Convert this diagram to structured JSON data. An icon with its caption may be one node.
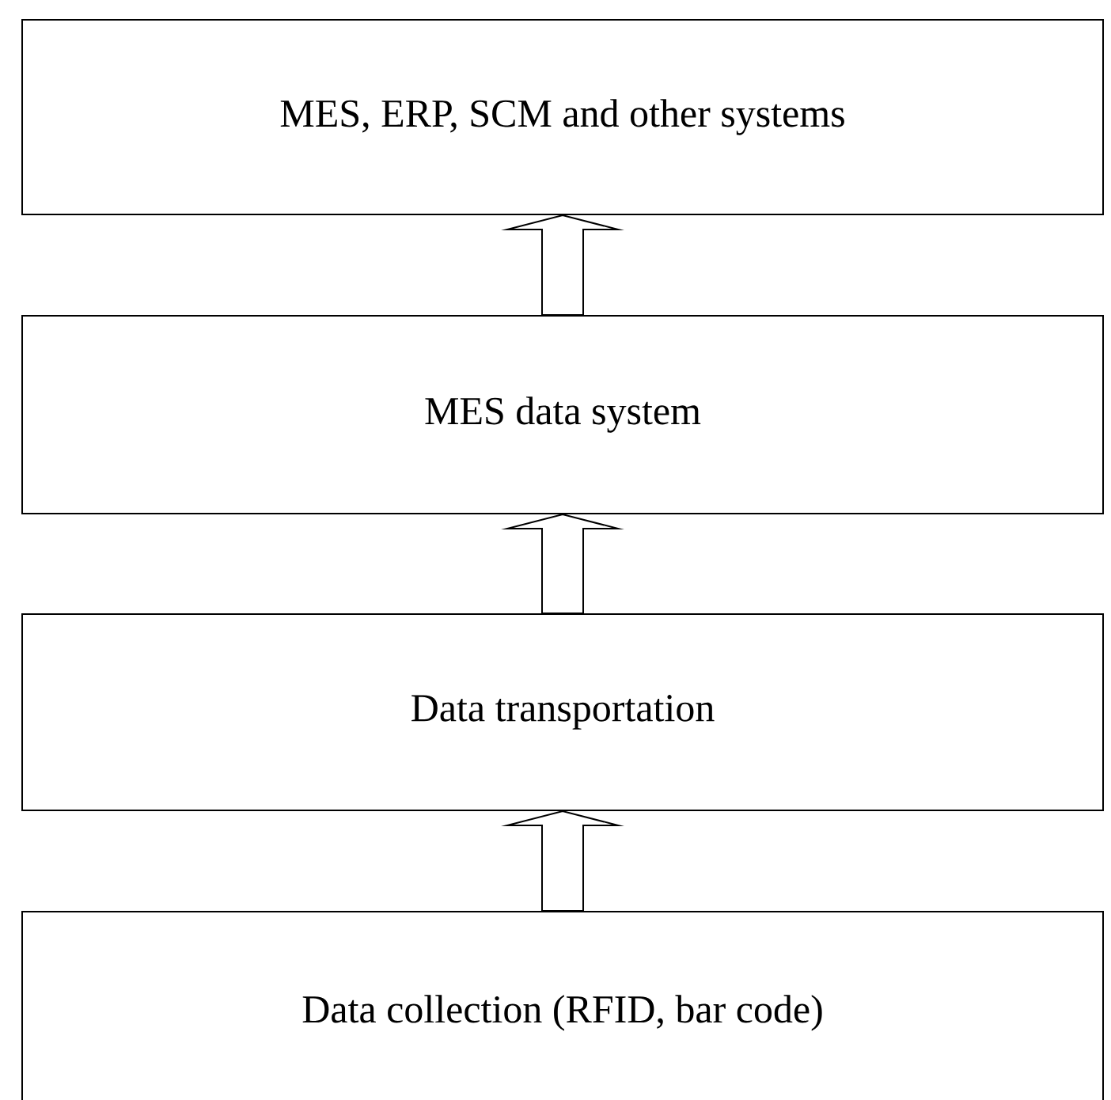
{
  "diagram": {
    "nodes": [
      {
        "text": [
          "MES, ERP, SCM and other systems"
        ]
      },
      {
        "text": [
          "MES data system"
        ]
      },
      {
        "text": [
          "Data transportation"
        ]
      },
      {
        "text": [
          "Data collection (RFID, bar code)"
        ]
      }
    ],
    "edges": [
      {
        "from": 1,
        "to": 0,
        "arrow": "to"
      },
      {
        "from": 2,
        "to": 1,
        "arrow": "to"
      },
      {
        "from": 3,
        "to": 2,
        "arrow": "to"
      }
    ]
  }
}
